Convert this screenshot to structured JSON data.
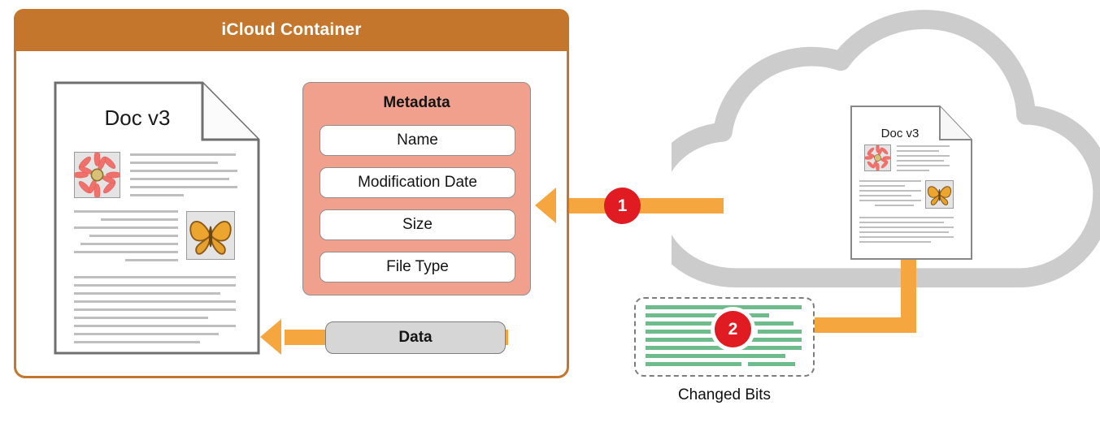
{
  "container": {
    "title": "iCloud Container",
    "header_color": "#c4762c",
    "border_color": "#c4762c"
  },
  "local_document": {
    "title": "Doc v3",
    "images": [
      "flower-image",
      "butterfly-image"
    ]
  },
  "cloud_document": {
    "title": "Doc v3",
    "images": [
      "flower-image",
      "butterfly-image"
    ]
  },
  "metadata_panel": {
    "title": "Metadata",
    "panel_color": "#f1a08d",
    "fields": [
      {
        "label": "Name"
      },
      {
        "label": "Modification Date"
      },
      {
        "label": "Size"
      },
      {
        "label": "File Type"
      }
    ]
  },
  "data_pill": {
    "label": "Data",
    "fill_color": "#d6d6d6"
  },
  "changed_bits": {
    "label": "Changed Bits",
    "bit_color": "#6ebb8b",
    "border_style": "dashed"
  },
  "steps": [
    {
      "number": "1",
      "color": "#e01b22",
      "describes": "metadata-transfer"
    },
    {
      "number": "2",
      "color": "#e01b22",
      "describes": "changed-bits-transfer"
    }
  ],
  "flow": {
    "arrow_color": "#f5a63f"
  },
  "cloud": {
    "name": "icloud-shape",
    "color": "#cccccc"
  }
}
